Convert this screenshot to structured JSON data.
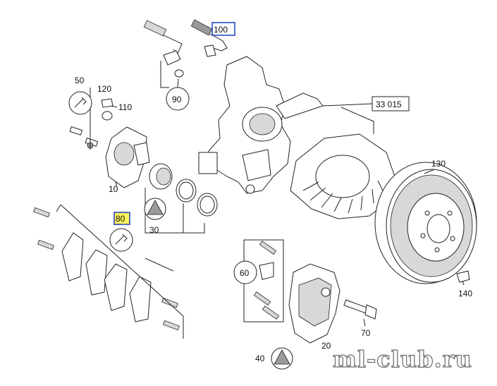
{
  "labels": {
    "l10": "10",
    "l20": "20",
    "l30": "30",
    "l40": "40",
    "l50": "50",
    "l60": "60",
    "l70": "70",
    "l80": "80",
    "l90": "90",
    "l100": "100",
    "l110": "110",
    "l120": "120",
    "l130": "130",
    "l140": "140",
    "l33015": "33 015"
  },
  "highlights": {
    "blue": "#1a3fb8",
    "yellow": "#fff35a"
  },
  "watermark": "ml-club.ru"
}
